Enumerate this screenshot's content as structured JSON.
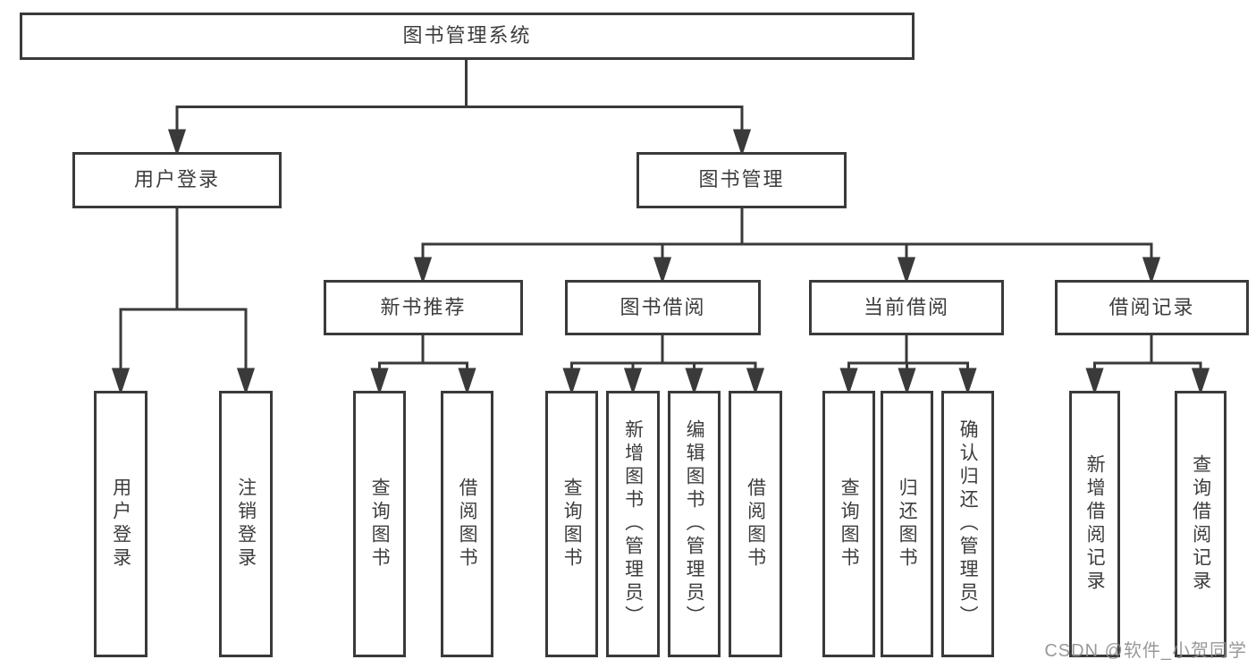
{
  "nodes": {
    "root": {
      "label": "图书管理系统"
    },
    "level2": [
      {
        "id": "user-login",
        "label": "用户登录",
        "parent": "root"
      },
      {
        "id": "book-management",
        "label": "图书管理",
        "parent": "root"
      }
    ],
    "level3": [
      {
        "id": "new-book-recommend",
        "label": "新书推荐",
        "parent": "book-management"
      },
      {
        "id": "book-borrow",
        "label": "图书借阅",
        "parent": "book-management"
      },
      {
        "id": "current-borrow",
        "label": "当前借阅",
        "parent": "book-management"
      },
      {
        "id": "borrow-records",
        "label": "借阅记录",
        "parent": "book-management"
      }
    ],
    "leaves": [
      {
        "id": "leaf-user-login",
        "label": "用户登录",
        "parent": "user-login"
      },
      {
        "id": "leaf-logout",
        "label": "注销登录",
        "parent": "user-login"
      },
      {
        "id": "leaf-query-book-1",
        "label": "查询图书",
        "parent": "new-book-recommend"
      },
      {
        "id": "leaf-borrow-book-1",
        "label": "借阅图书",
        "parent": "new-book-recommend"
      },
      {
        "id": "leaf-query-book-2",
        "label": "查询图书",
        "parent": "book-borrow"
      },
      {
        "id": "leaf-add-book-admin",
        "label": "新增图书（管理员）",
        "parent": "book-borrow"
      },
      {
        "id": "leaf-edit-book-admin",
        "label": "编辑图书（管理员）",
        "parent": "book-borrow"
      },
      {
        "id": "leaf-borrow-book-2",
        "label": "借阅图书",
        "parent": "book-borrow"
      },
      {
        "id": "leaf-query-book-3",
        "label": "查询图书",
        "parent": "current-borrow"
      },
      {
        "id": "leaf-return-book",
        "label": "归还图书",
        "parent": "current-borrow"
      },
      {
        "id": "leaf-confirm-return-admin",
        "label": "确认归还（管理员）",
        "parent": "current-borrow"
      },
      {
        "id": "leaf-add-borrow-record",
        "label": "新增借阅记录",
        "parent": "borrow-records"
      },
      {
        "id": "leaf-query-borrow-record",
        "label": "查询借阅记录",
        "parent": "borrow-records"
      }
    ]
  },
  "watermark": {
    "text": "CSDN @软件_小贺同学"
  },
  "colors": {
    "line": "#3a3a3a",
    "box_border": "#3a3a3a",
    "box_fill": "#ffffff",
    "text": "#3d3d3d",
    "watermark": "#8f8f8f"
  }
}
